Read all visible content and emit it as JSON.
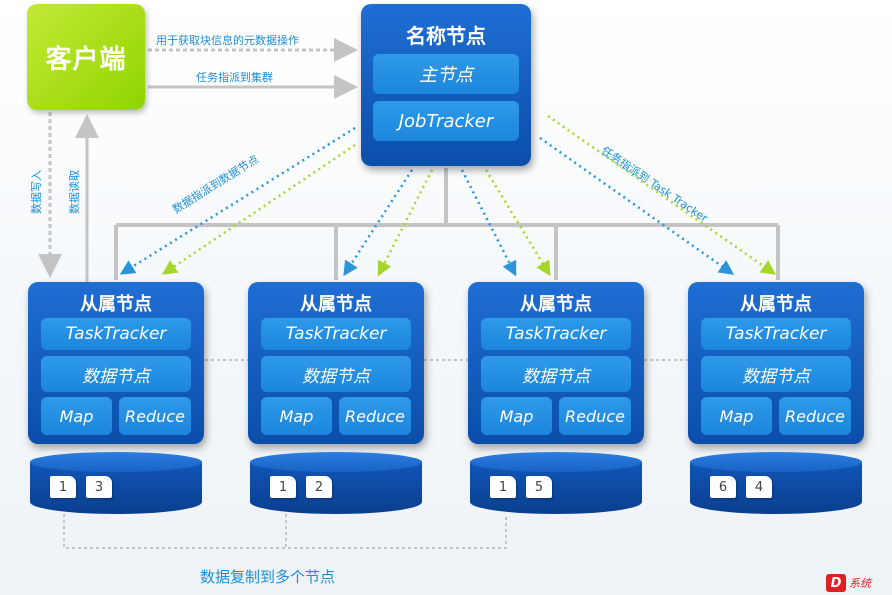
{
  "client": {
    "label": "客户端"
  },
  "name_node": {
    "title": "名称节点",
    "master_label": "主节点",
    "jobtracker_label": "JobTracker"
  },
  "slaves": [
    {
      "title": "从属节点",
      "tasktracker": "TaskTracker",
      "datanode": "数据节点",
      "map": "Map",
      "reduce": "Reduce",
      "blocks": [
        "1",
        "3"
      ]
    },
    {
      "title": "从属节点",
      "tasktracker": "TaskTracker",
      "datanode": "数据节点",
      "map": "Map",
      "reduce": "Reduce",
      "blocks": [
        "1",
        "2"
      ]
    },
    {
      "title": "从属节点",
      "tasktracker": "TaskTracker",
      "datanode": "数据节点",
      "map": "Map",
      "reduce": "Reduce",
      "blocks": [
        "1",
        "5"
      ]
    },
    {
      "title": "从属节点",
      "tasktracker": "TaskTracker",
      "datanode": "数据节点",
      "map": "Map",
      "reduce": "Reduce",
      "blocks": [
        "6",
        "4"
      ]
    }
  ],
  "labels": {
    "metadata_ops": "用于获取块信息的元数据操作",
    "assign_cluster": "任务指派到集群",
    "data_write": "数据写入",
    "data_read": "数据读取",
    "assign_datanode": "数据指派到数据节点",
    "assign_tasktracker": "任务指派到 Task Tracker",
    "replicate": "数据复制到多个节点"
  },
  "logo": {
    "mark": "D",
    "text": "系统"
  },
  "colors": {
    "client_green": "#9ad80c",
    "node_blue": "#0b55b5",
    "inner_blue": "#1e8ede",
    "arrow_gray": "#c4c4c4",
    "dotted_blue": "#2a95d8",
    "dotted_green": "#a4d62c",
    "label_blue": "#1a8fd6"
  }
}
